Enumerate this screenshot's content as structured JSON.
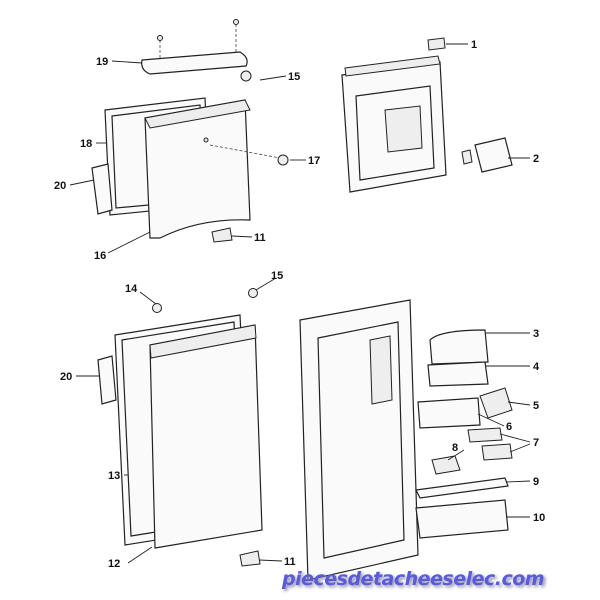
{
  "labels": {
    "p1": "1",
    "p2": "2",
    "p3": "3",
    "p4": "4",
    "p5": "5",
    "p6": "6",
    "p7": "7",
    "p8": "8",
    "p9": "9",
    "p10": "10",
    "p11a": "11",
    "p11b": "11",
    "p12": "12",
    "p13": "13",
    "p14": "14",
    "p15a": "15",
    "p15b": "15",
    "p16": "16",
    "p17": "17",
    "p18": "18",
    "p19": "19",
    "p20a": "20",
    "p20b": "20"
  },
  "watermark": "piecesdetacheeselec.com"
}
